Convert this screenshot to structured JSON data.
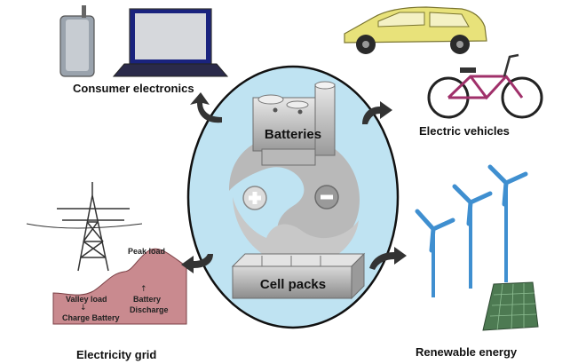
{
  "center": {
    "batteries_label": "Batteries",
    "cell_packs_label": "Cell packs",
    "plus_symbol": "+",
    "minus_symbol": "−"
  },
  "applications": [
    {
      "id": "consumer",
      "label": "Consumer electronics",
      "icon": "laptop-and-phone-icon"
    },
    {
      "id": "vehicles",
      "label": "Electric vehicles",
      "icon": "car-and-bicycle-icon"
    },
    {
      "id": "grid",
      "label": "Electricity grid",
      "icon": "power-tower-icon"
    },
    {
      "id": "renewable",
      "label": "Renewable energy",
      "icon": "wind-turbine-solar-panel-icon"
    }
  ],
  "grid_chart": {
    "peak_label": "Peak load",
    "valley_label": "Valley load",
    "charge_label": "Charge Battery",
    "battery_label": "Battery",
    "discharge_label": "Discharge",
    "arrow_up": "↑",
    "arrow_down": "↓"
  },
  "colors": {
    "ellipse_fill": "#bfe3f2",
    "ellipse_stroke": "#111111",
    "yin_yang_gray": "#b9b9b9",
    "grid_chart_fill": "#c98a8f",
    "car": "#e8e27a",
    "bicycle": "#a0306a",
    "turbine": "#3f8fd0",
    "solar_panel": "#4d7a52",
    "arrow": "#333333"
  }
}
